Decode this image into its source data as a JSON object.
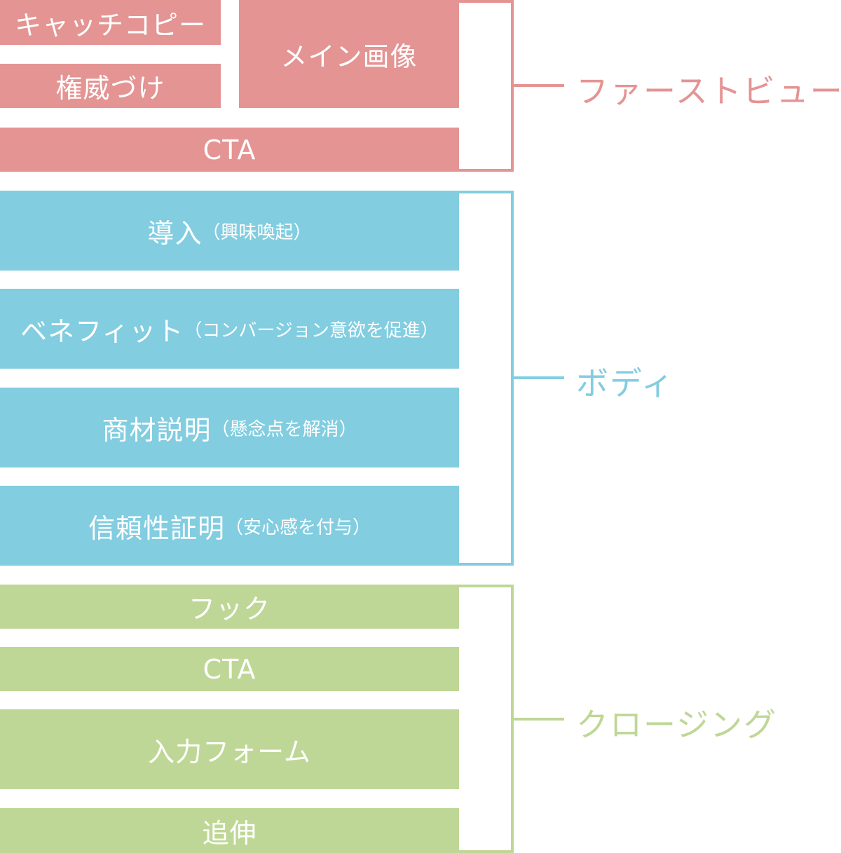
{
  "colors": {
    "first_view": "#e49493",
    "body": "#82cde0",
    "closing": "#bfd796",
    "block_text": "#ffffff"
  },
  "first_view": {
    "label": "ファーストビュー",
    "catch_copy": "キャッチコピー",
    "authority": "権威づけ",
    "main_image": "メイン画像",
    "cta": "CTA"
  },
  "body": {
    "label": "ボディ",
    "intro": {
      "main": "導入",
      "sub": "（興味喚起）"
    },
    "benefit": {
      "main": "ベネフィット",
      "sub": "（コンバージョン意欲を促進）"
    },
    "product": {
      "main": "商材説明",
      "sub": "（懸念点を解消）"
    },
    "trust": {
      "main": "信頼性証明",
      "sub": "（安心感を付与）"
    }
  },
  "closing": {
    "label": "クロージング",
    "hook": "フック",
    "cta": "CTA",
    "form": "入力フォーム",
    "follow_up": "追伸"
  }
}
